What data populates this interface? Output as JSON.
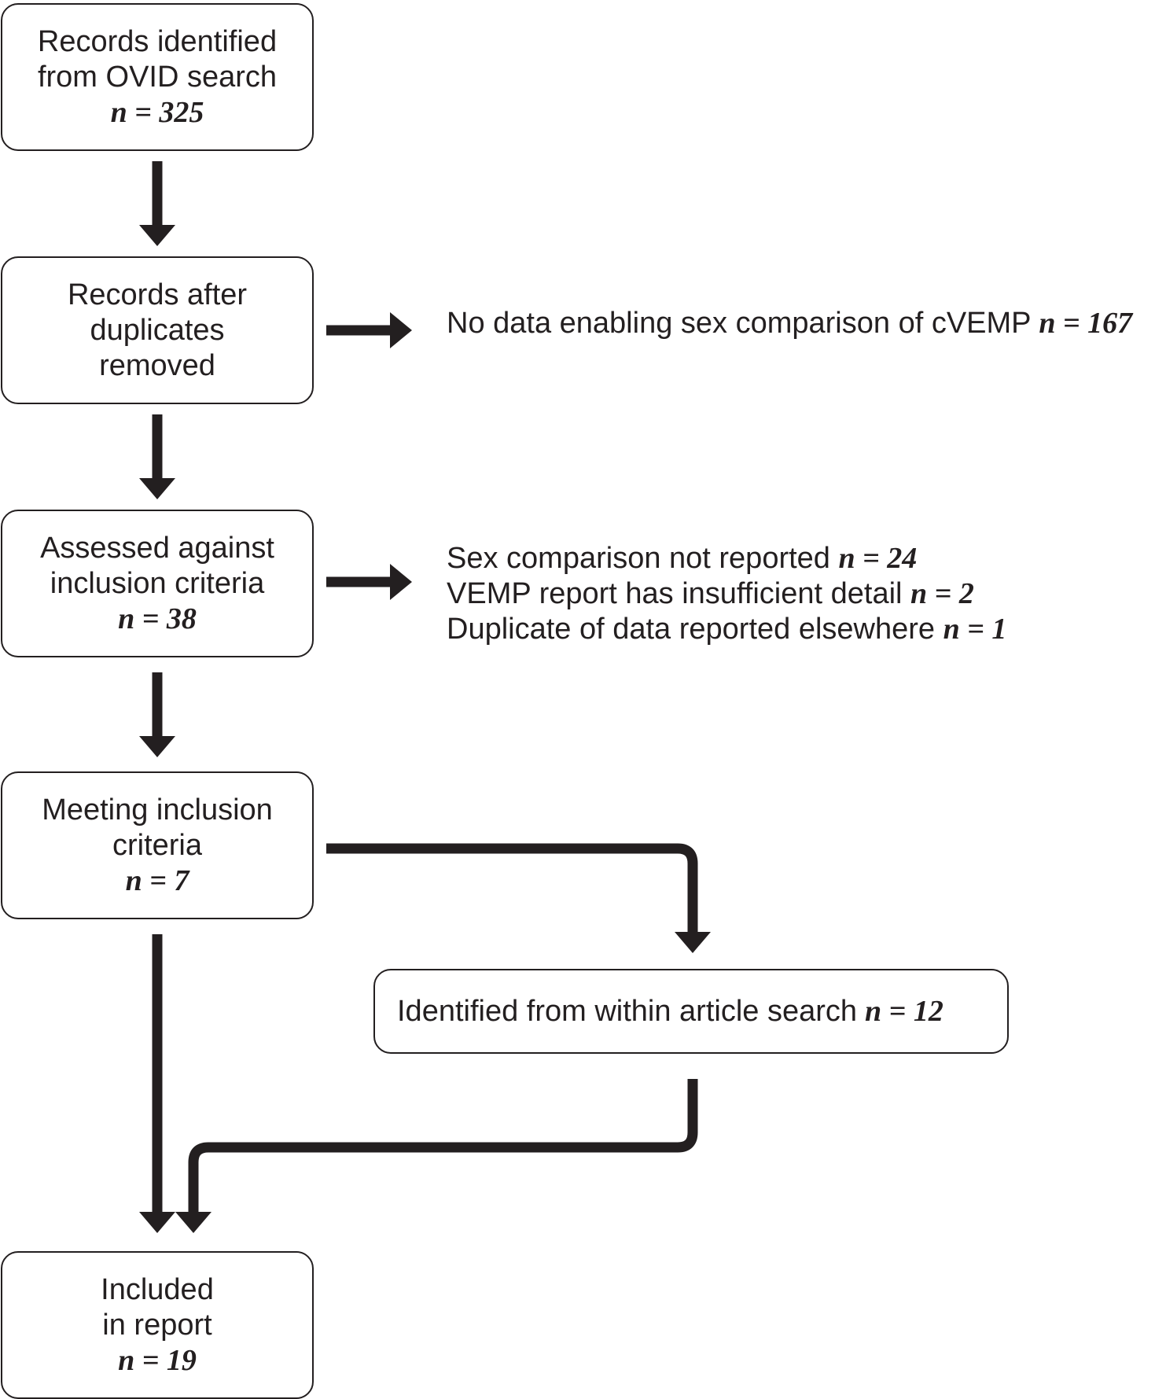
{
  "boxes": {
    "identified": {
      "lines": [
        "Records identified",
        "from OVID search"
      ],
      "count": "n = 325"
    },
    "dedup": {
      "lines": [
        "Records after",
        "duplicates",
        "removed"
      ]
    },
    "assessed": {
      "lines": [
        "Assessed against",
        "inclusion criteria"
      ],
      "count": "n = 38"
    },
    "meeting": {
      "lines": [
        "Meeting inclusion",
        "criteria"
      ],
      "count": "n = 7"
    },
    "within": {
      "text": "Identified from within article search",
      "count": "n = 12"
    },
    "included": {
      "lines": [
        "Included",
        "in report"
      ],
      "count": "n = 19"
    }
  },
  "exclusions": {
    "dedup": [
      {
        "text": "No data enabling sex comparison of cVEMP",
        "count": "n = 167"
      }
    ],
    "assessed": [
      {
        "text": "Sex comparison not reported",
        "count": "n = 24"
      },
      {
        "text": "VEMP report has insufficient detail",
        "count": "n = 2"
      },
      {
        "text": "Duplicate of data reported elsewhere",
        "count": "n = 1"
      }
    ]
  },
  "colors": {
    "ink": "#231f20",
    "background": "#ffffff"
  }
}
